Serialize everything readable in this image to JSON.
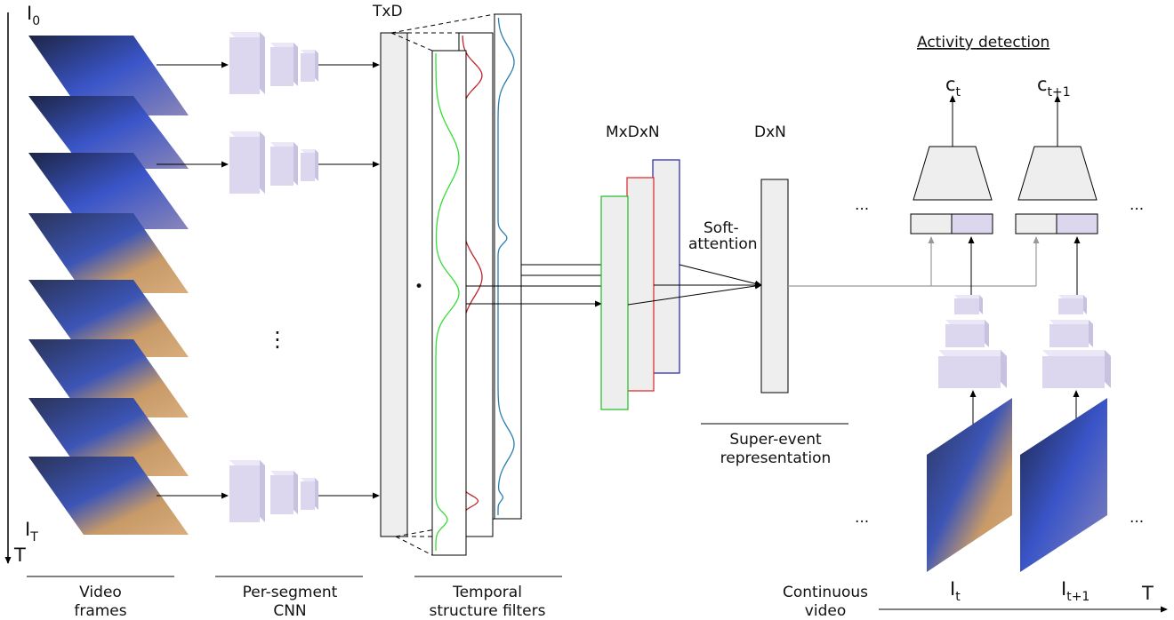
{
  "frames_axis": {
    "start": "I",
    "start_sub": "0",
    "end": "I",
    "end_sub": "T",
    "time": "T"
  },
  "captions": {
    "video_frames": [
      "Video",
      "frames"
    ],
    "per_segment_cnn": [
      "Per-segment",
      "CNN"
    ],
    "temporal_filters": [
      "Temporal",
      "structure filters"
    ],
    "super_event": [
      "Super-event",
      "representation"
    ],
    "continuous_video": [
      "Continuous",
      "video"
    ]
  },
  "dims": {
    "txd": "TxD",
    "mxdxn": "MxDxN",
    "dxn": "DxN"
  },
  "soft_attention": [
    "Soft-",
    "attention"
  ],
  "dot": "•",
  "vdots": "⋮",
  "activity_detection": "Activity detection",
  "outputs": [
    {
      "base": "c",
      "sub": "t"
    },
    {
      "base": "c",
      "sub": "t+1"
    }
  ],
  "inputs": [
    {
      "base": "I",
      "sub": "t"
    },
    {
      "base": "I",
      "sub": "t+1"
    }
  ],
  "time_axis": "T",
  "ellipsis": "...",
  "colors": {
    "cnn_block": "#dcd6ee",
    "cnn_top": "#ebe7f6",
    "cnn_side": "#c9c1e0",
    "tensor": "#eeeeee",
    "filter_green": "#33dd33",
    "filter_red": "#c0262b",
    "filter_blue": "#2a7fae",
    "frame_court": "#c79a68",
    "frame_dark": "#2a3358",
    "frame_blue": "#3c55b6"
  }
}
